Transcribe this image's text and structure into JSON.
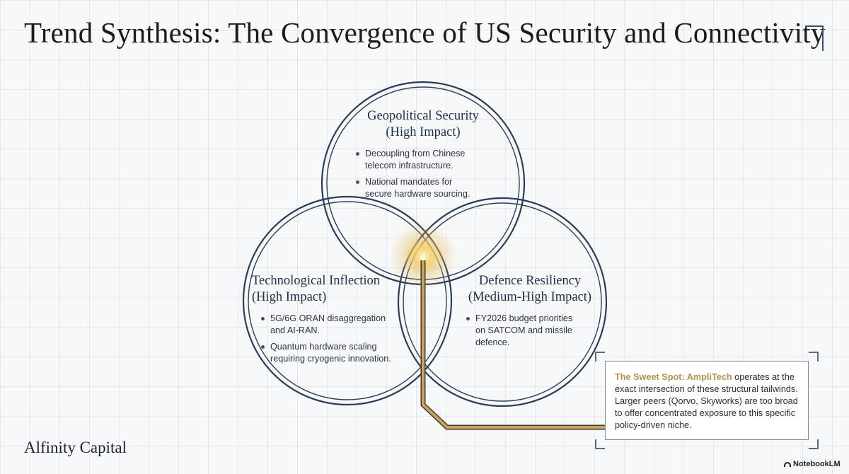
{
  "title": "Trend Synthesis: The Convergence of US Security and Connectivity",
  "circles": [
    {
      "id": "geopolitical",
      "title_line1": "Geopolitical Security",
      "title_line2": "(High Impact)",
      "bullets": [
        "Decoupling from Chinese telecom infrastructure.",
        "National mandates for secure hardware sourcing."
      ]
    },
    {
      "id": "technological",
      "title_line1": "Technological Inflection",
      "title_line2": "(High Impact)",
      "bullets": [
        "5G/6G ORAN disaggregation and AI-RAN.",
        "Quantum hardware scaling requiring cryogenic innovation."
      ]
    },
    {
      "id": "defence",
      "title_line1": "Defence Resiliency",
      "title_line2": "(Medium-High Impact)",
      "bullets": [
        "FY2026 budget priorities on SATCOM and missile defence."
      ]
    }
  ],
  "callout": {
    "heading": "The Sweet Spot: AmpliTech",
    "body": " operates at the exact intersection of these structural tailwinds. Larger peers (Qorvo, Skyworks) are too broad to offer concentrated exposure to this specific policy-driven niche."
  },
  "brand": "Alfinity Capital",
  "watermark": "NotebookLM",
  "colors": {
    "circle_stroke": "#2a3d5a",
    "highlight_gold": "#b4924a",
    "background": "#f7f8fa"
  }
}
